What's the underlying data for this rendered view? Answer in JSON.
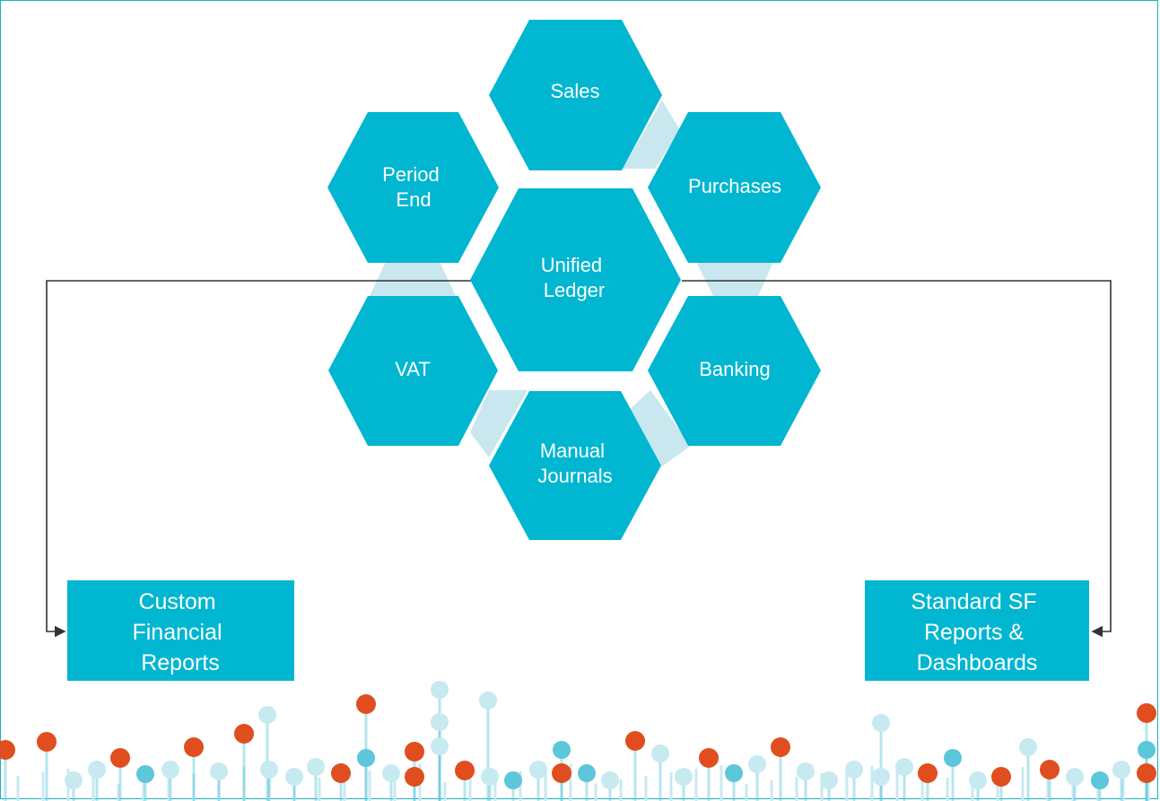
{
  "colors": {
    "hex_fill": "#00b6d0",
    "connector_fill": "#c8e7ee",
    "line": "#333333",
    "dot_orange": "#e04e1f",
    "dot_light": "#c7eaf1",
    "dot_teal": "#5cc6da",
    "frame": "#1ab0c8"
  },
  "hexagons": {
    "sales": [
      "Sales"
    ],
    "period_end": [
      "Period",
      "End"
    ],
    "purchases": [
      "Purchases"
    ],
    "unified_ledger": [
      "Unified",
      "Ledger"
    ],
    "vat": [
      "VAT"
    ],
    "banking": [
      "Banking"
    ],
    "manual_journals": [
      "Manual",
      "Journals"
    ]
  },
  "outputs": {
    "left": [
      "Custom",
      "Financial",
      "Reports"
    ],
    "right": [
      "Standard SF",
      "Reports &",
      "Dashboards"
    ]
  },
  "decoration": {
    "pattern": "dot-and-stem",
    "colors": [
      "orange",
      "light-blue",
      "teal"
    ]
  }
}
